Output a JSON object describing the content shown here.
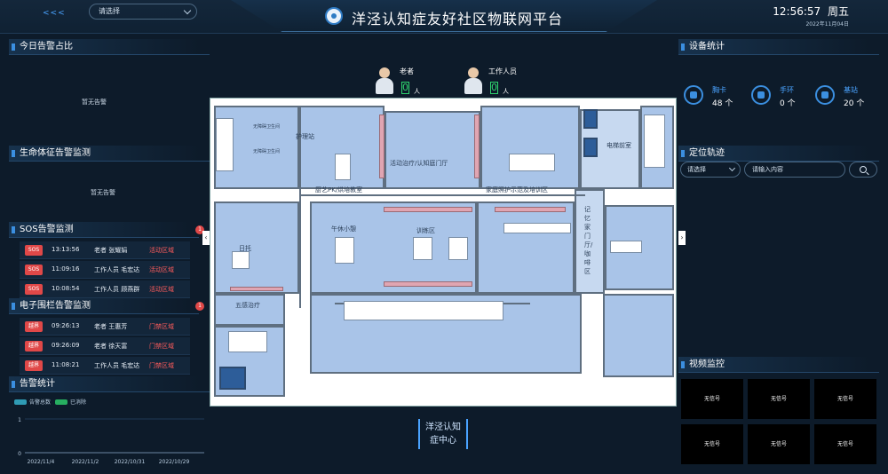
{
  "header": {
    "back_label": "<<<",
    "select_placeholder": "请选择",
    "title": "洋泾认知症友好社区物联网平台",
    "time": "12:56:57",
    "weekday": "周五",
    "date": "2022年11月04日"
  },
  "today_alarm": {
    "title": "今日告警占比",
    "empty": "暂无告警"
  },
  "vital_alarm": {
    "title": "生命体征告警监测",
    "empty": "暂无告警"
  },
  "sos": {
    "title": "SOS告警监测",
    "badge": "1",
    "rows": [
      {
        "tag": "SOS",
        "time": "13:13:56",
        "person": "老者 张耀娟",
        "zone": "活动区域"
      },
      {
        "tag": "SOS",
        "time": "11:09:16",
        "person": "工作人员 毛宏达",
        "zone": "活动区域"
      },
      {
        "tag": "SOS",
        "time": "10:08:54",
        "person": "工作人员 顾燕群",
        "zone": "活动区域"
      }
    ]
  },
  "fence": {
    "title": "电子围栏告警监测",
    "badge": "1",
    "rows": [
      {
        "tag": "越界",
        "time": "09:26:13",
        "person": "老者 王惠芳",
        "zone": "门禁区域"
      },
      {
        "tag": "越界",
        "time": "09:26:09",
        "person": "老者 徐天富",
        "zone": "门禁区域"
      },
      {
        "tag": "越界",
        "time": "11:08:21",
        "time_note": "",
        "person": "工作人员 毛宏达",
        "zone": "门禁区域"
      }
    ]
  },
  "stats": {
    "title": "告警统计",
    "legend": [
      {
        "name": "告警总数",
        "color": "#2f9bb4"
      },
      {
        "name": "已消除",
        "color": "#27ae60"
      }
    ],
    "y_ticks": [
      "1",
      "0"
    ],
    "x_ticks": [
      "2022/11/4",
      "2022/11/2",
      "2022/10/31",
      "2022/10/29"
    ]
  },
  "people": {
    "elder": {
      "label": "老者",
      "count": "0",
      "unit": "人"
    },
    "staff": {
      "label": "工作人员",
      "count": "0",
      "unit": "人"
    }
  },
  "map_labels": {
    "lift": "电梯前室",
    "kitchen": "厨艺PK/烘培教室",
    "activity": "活动治疗/认知庭门厅",
    "family": "家庭照护示范及培训区",
    "memory": "记忆家门厅/咖啡区",
    "nap": "午休小憩",
    "training": "训练区",
    "daycare": "日托",
    "five_sense": "五感治疗",
    "bathroom_a": "无障碍卫生间",
    "bathroom_b": "无障碍卫生间",
    "office": "护理站"
  },
  "center_button": {
    "line1": "洋泾认知",
    "line2": "症中心"
  },
  "devices": {
    "title": "设备统计",
    "items": [
      {
        "name": "胸卡",
        "value": "48 个"
      },
      {
        "name": "手环",
        "value": "0 个"
      },
      {
        "name": "基站",
        "value": "20 个"
      }
    ]
  },
  "location": {
    "title": "定位轨迹",
    "select_placeholder": "请选择",
    "input_placeholder": "请输入内容"
  },
  "video": {
    "title": "视频监控",
    "cams": [
      "无信号",
      "无信号",
      "无信号",
      "无信号",
      "无信号",
      "无信号"
    ]
  }
}
